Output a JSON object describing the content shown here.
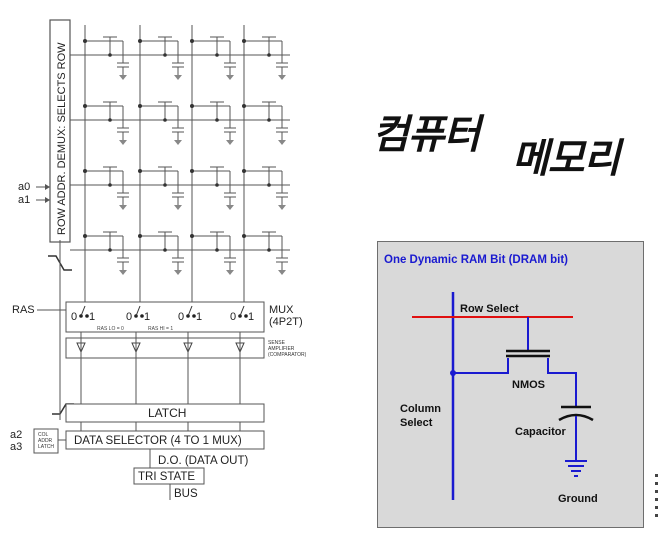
{
  "title": {
    "part1": "컴퓨터",
    "part2": "메모리"
  },
  "left_diagram": {
    "row_demux": "ROW ADDR. DEMUX: SELECTS ROW",
    "a0": "a0",
    "a1": "a1",
    "ras": "RAS",
    "mux": "MUX",
    "mux_sub": "(4P2T)",
    "ras_lo": "RAS LO = 0",
    "ras_hi": "RAS HI = 1",
    "sense_amp_1": "SENSE",
    "sense_amp_2": "AMPLIFIER",
    "sense_amp_3": "(COMPARATOR)",
    "latch": "LATCH",
    "a2": "a2",
    "a3": "a3",
    "col_addr_1": "COL",
    "col_addr_2": "ADDR",
    "col_addr_3": "LATCH",
    "data_selector": "DATA SELECTOR (4 TO 1 MUX)",
    "data_out": "D.O. (DATA OUT)",
    "tri_state": "TRI STATE",
    "bus": "BUS",
    "mux_zero": "0",
    "mux_one": "1"
  },
  "dram": {
    "title": "One Dynamic RAM Bit (DRAM bit)",
    "row_select": "Row Select",
    "nmos": "NMOS",
    "column_select_1": "Column",
    "column_select_2": "Select",
    "capacitor": "Capacitor",
    "ground": "Ground",
    "colors": {
      "title": "#1a1ad0",
      "row_line": "#e01010",
      "column_line": "#1a1ad0",
      "panel_bg": "#d9d9d9"
    }
  }
}
